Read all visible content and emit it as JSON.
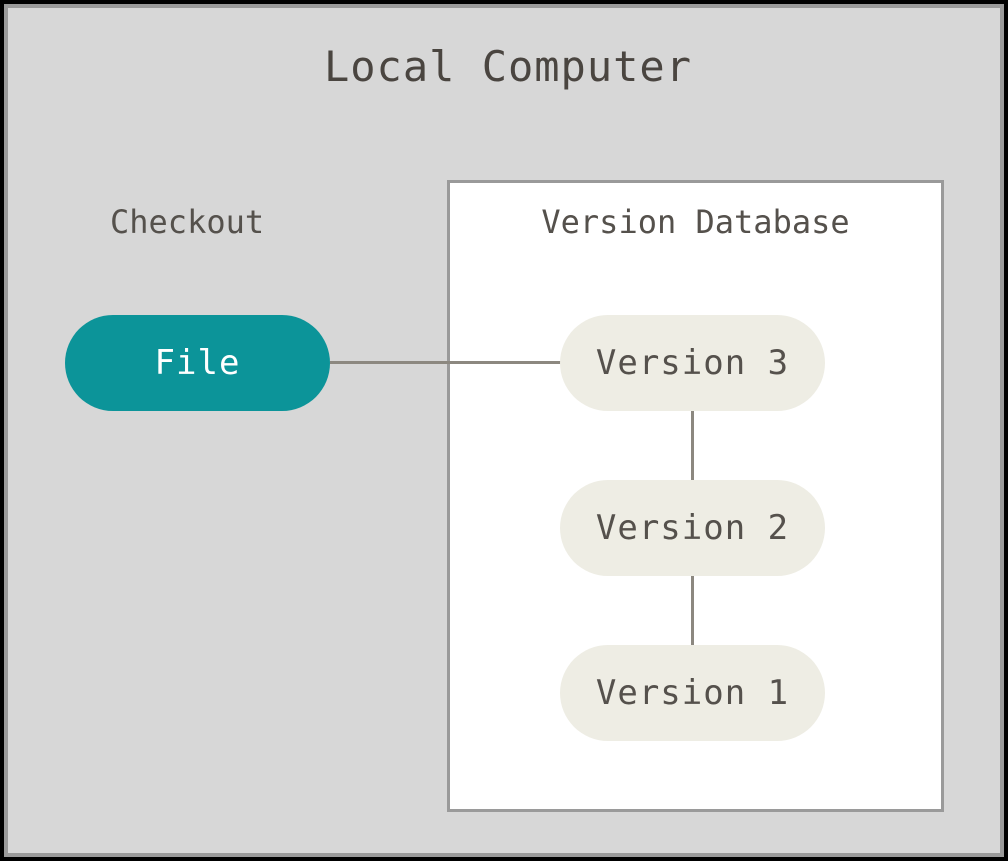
{
  "diagram": {
    "title": "Local Computer",
    "background_color": "#d7d7d7",
    "frame_color": "#000000",
    "bevel_color": "#9a9a9a",
    "edge_color": "#8c8880",
    "sections": {
      "checkout": {
        "label": "Checkout",
        "node": {
          "label": "File",
          "fill": "#0c9499",
          "text_color": "#ffffff"
        }
      },
      "version_database": {
        "label": "Version Database",
        "container_fill": "#ffffff",
        "container_border": "#9a9a9a",
        "node_fill": "#eeede4",
        "node_text_color": "#55514c",
        "nodes": [
          {
            "label": "Version 3"
          },
          {
            "label": "Version 2"
          },
          {
            "label": "Version 1"
          }
        ]
      }
    },
    "edges": [
      {
        "from": "File",
        "to": "Version 3",
        "orientation": "horizontal"
      },
      {
        "from": "Version 3",
        "to": "Version 2",
        "orientation": "vertical"
      },
      {
        "from": "Version 2",
        "to": "Version 1",
        "orientation": "vertical"
      }
    ]
  }
}
